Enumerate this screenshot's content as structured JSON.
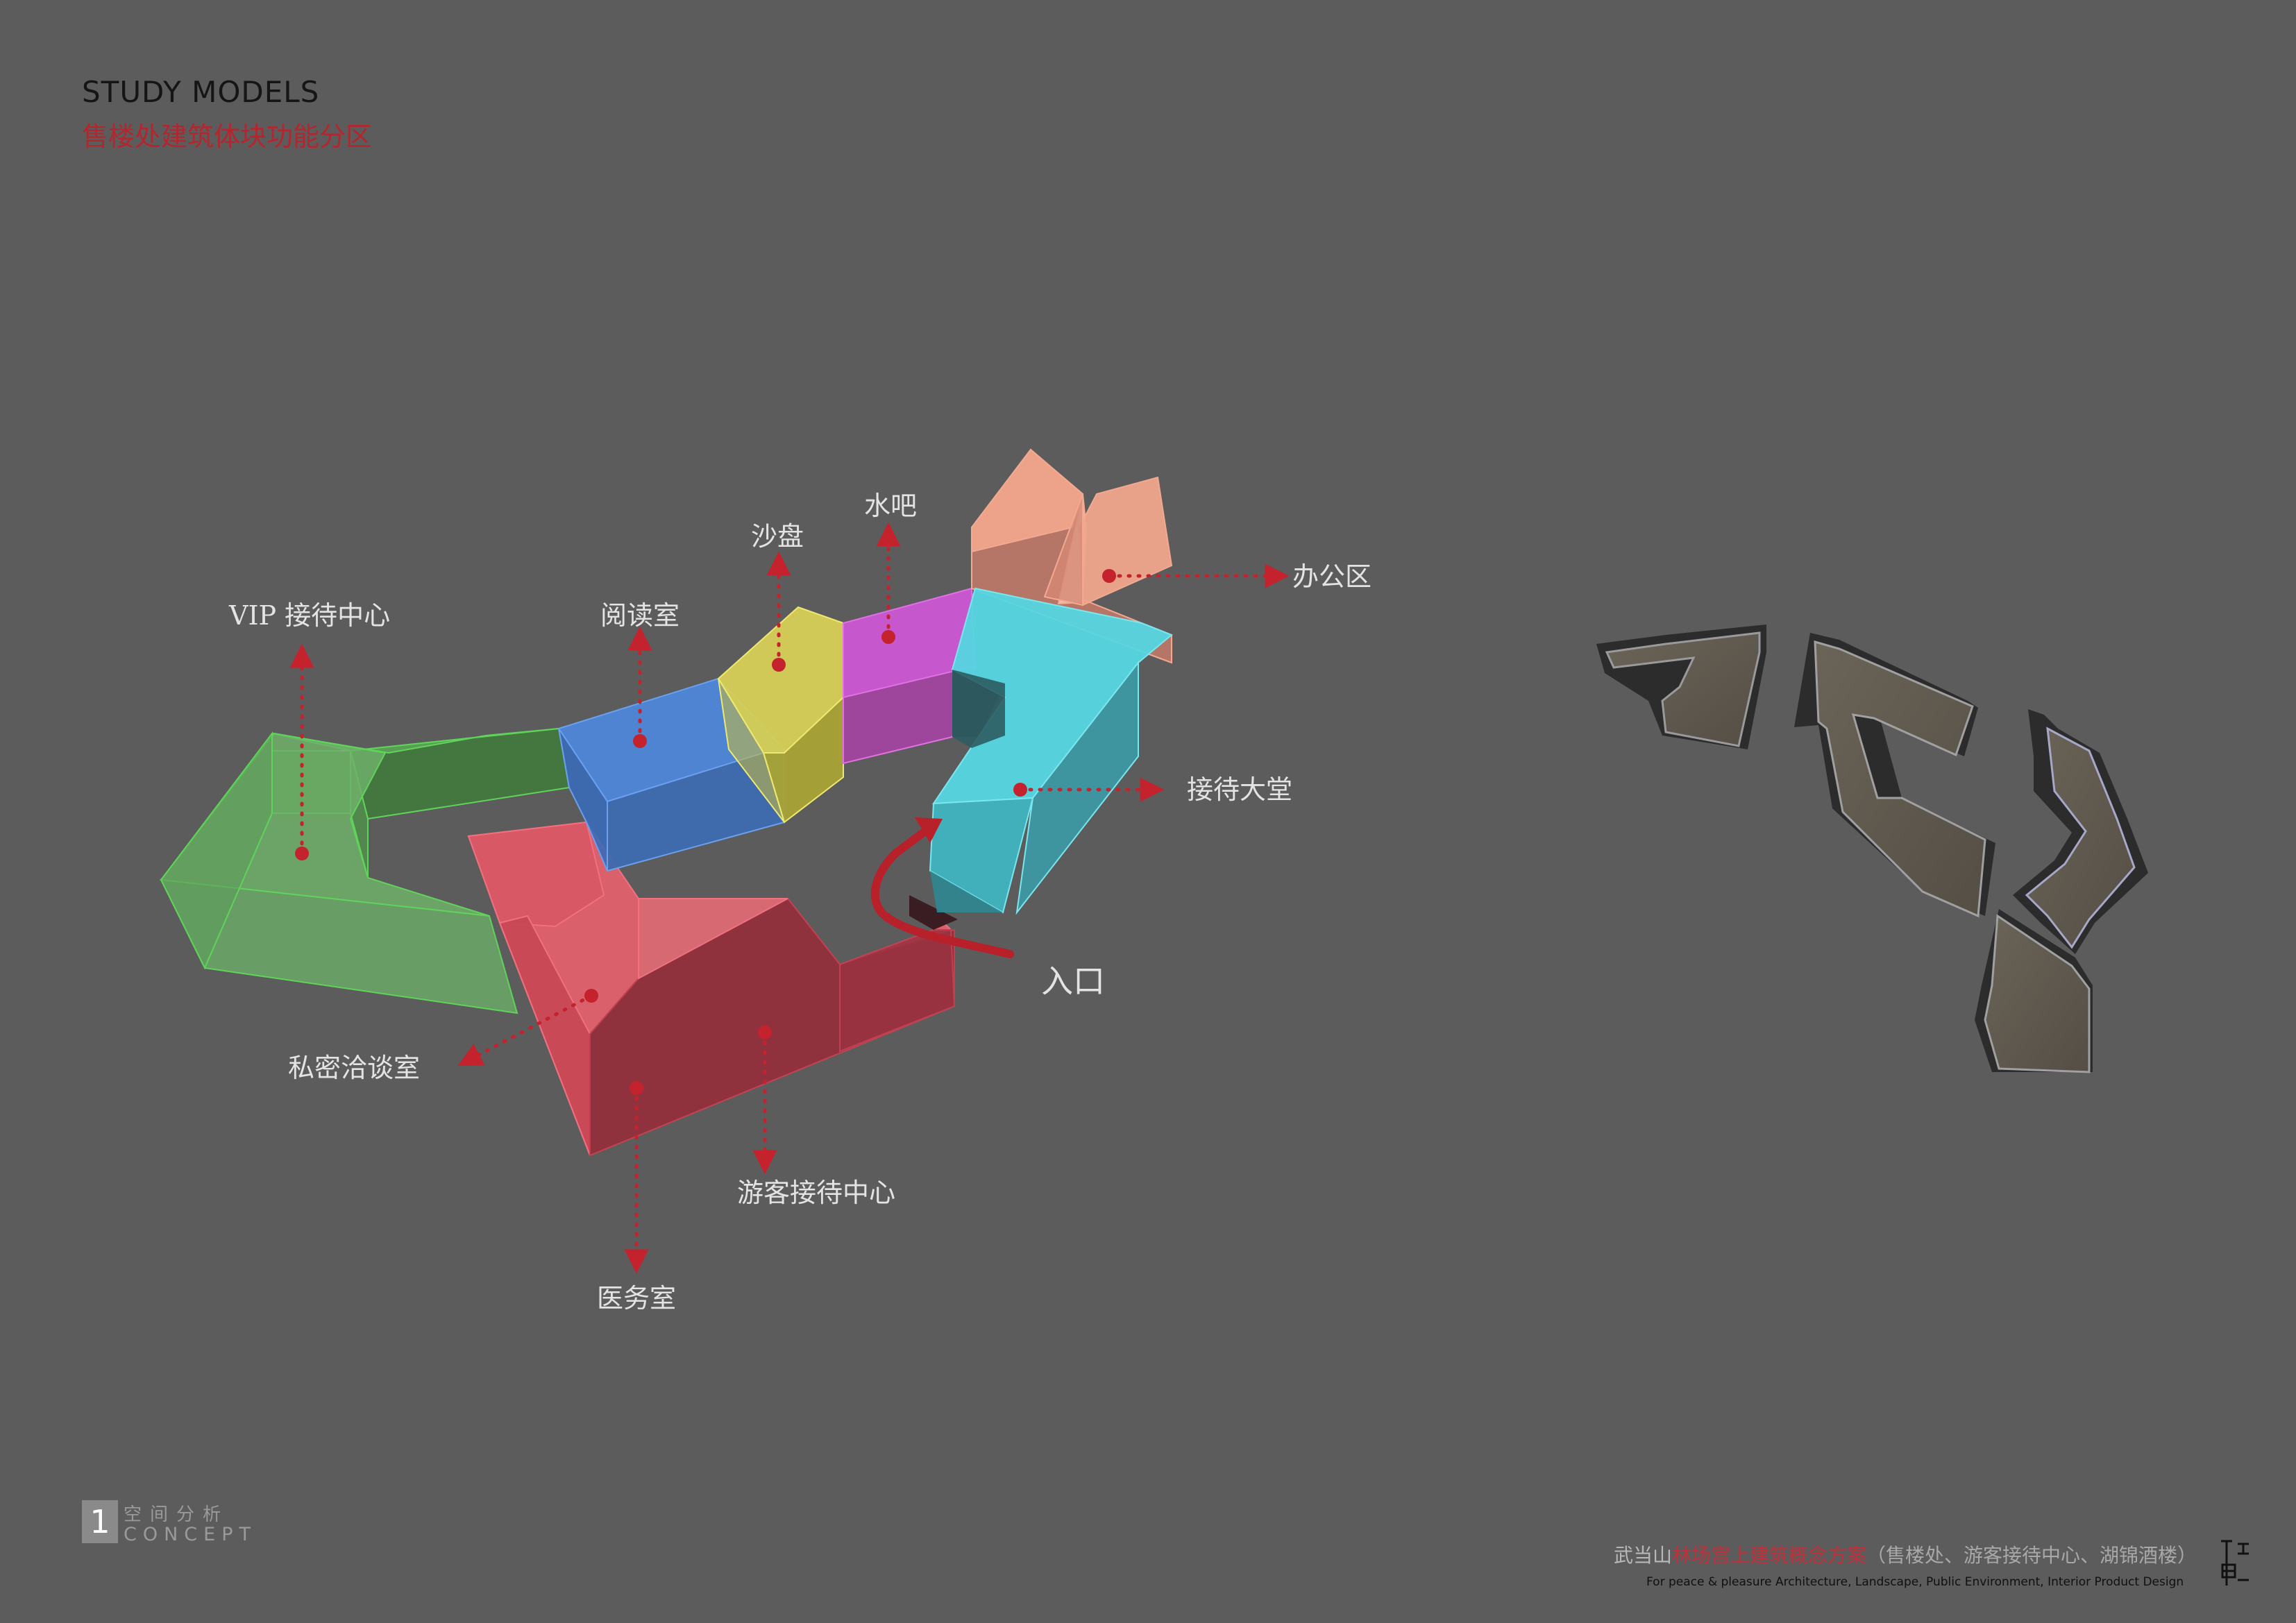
{
  "header": {
    "title": "STUDY MODELS",
    "subtitle": "售楼处建筑体块功能分区"
  },
  "zones": {
    "vip": "VIP 接待中心",
    "reading": "阅读室",
    "sandtable": "沙盘",
    "waterbar": "水吧",
    "office": "办公区",
    "reception_hall": "接待大堂",
    "entrance": "入口",
    "private": "私密洽谈室",
    "visitor": "游客接待中心",
    "medical": "医务室"
  },
  "colors": {
    "vip": "#4fb84a",
    "reading": "#3c7bd6",
    "sandtable": "#d8cf48",
    "waterbar": "#cc4fcf",
    "office": "#f2a083",
    "reception_hall": "#49d0da",
    "visitor": "#e0505e",
    "annotation": "#c4222c"
  },
  "footer": {
    "section_number": "1",
    "section_cn": "空间分析",
    "section_en": "CONCEPT",
    "project_part1": "武当山",
    "project_part2": "林场宫上建筑概念方案",
    "project_part3": "（售楼处、游客接待中心、湖锦酒楼）",
    "project_en": "For peace  &  pleasure  Architecture, Landscape, Public Environment, Interior  Product  Design"
  }
}
